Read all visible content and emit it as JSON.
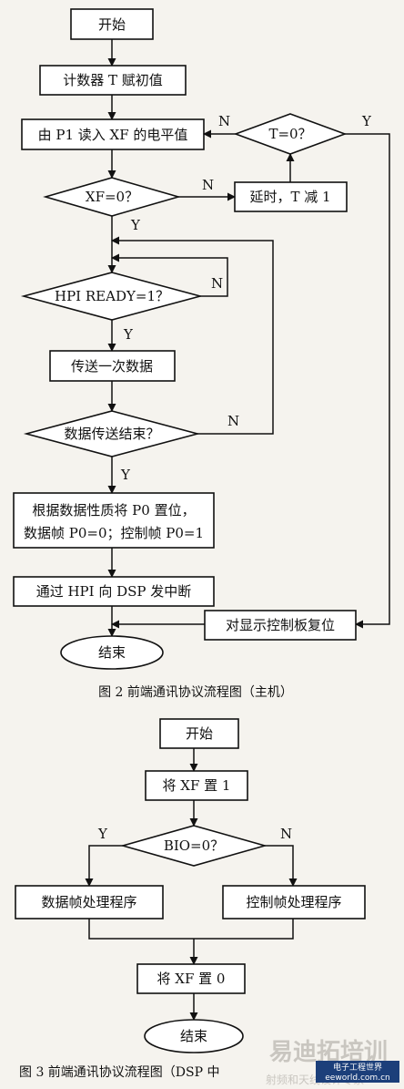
{
  "figure2": {
    "start": "开始",
    "init_counter": "计数器 T 赋初值",
    "read_p1": "由 P1 读入 XF 的电平值",
    "xf_check": "XF=0？",
    "t_check": "T=0？",
    "delay": "延时，T 减 1",
    "hpi_ready": "HPI READY=1？",
    "send_once": "传送一次数据",
    "transfer_done": "数据传送结束？",
    "set_p0_line1": "根据数据性质将 P0 置位，",
    "set_p0_line2": "数据帧 P0=0；控制帧 P0=1",
    "interrupt": "通过 HPI 向 DSP 发中断",
    "reset_display": "对显示控制板复位",
    "end": "结束",
    "caption": "图 2  前端通讯协议流程图（主机）",
    "yes": "Y",
    "no": "N"
  },
  "figure3": {
    "start": "开始",
    "set_xf1": "将 XF 置 1",
    "bio_check": "BIO=0？",
    "data_proc": "数据帧处理程序",
    "ctrl_proc": "控制帧处理程序",
    "set_xf0": "将 XF 置 0",
    "end": "结束",
    "caption": "图 3  前端通讯协议流程图（DSP 中",
    "yes": "Y",
    "no": "N"
  },
  "watermark": {
    "logo_text": "电子工程世界",
    "logo_url": "eeworld.com.cn",
    "brand": "易迪拓培训",
    "tagline": "射频和天线设计专家"
  }
}
